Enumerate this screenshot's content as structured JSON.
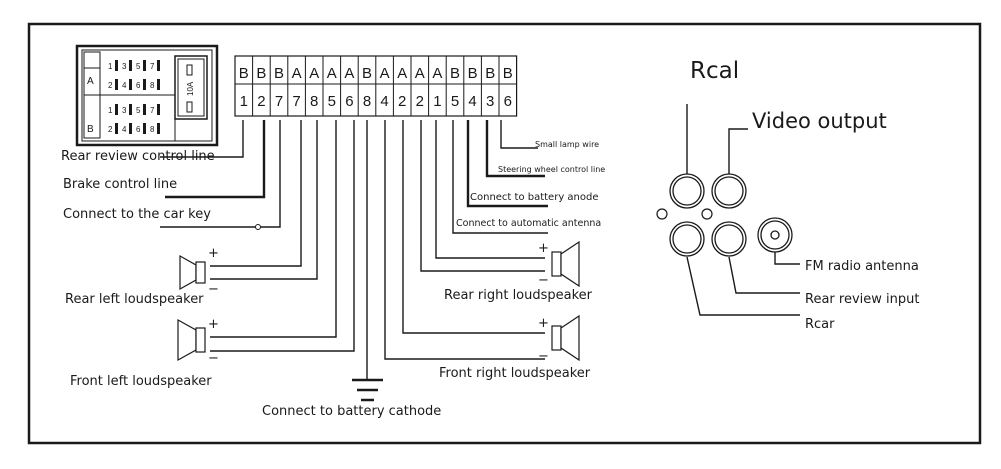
{
  "connector": {
    "iso_block": {
      "row_a_label": "A",
      "row_b_label": "B",
      "pin_rows": [
        [
          "1",
          "3",
          "5",
          "7"
        ],
        [
          "2",
          "4",
          "6",
          "8"
        ],
        [
          "1",
          "3",
          "5",
          "7"
        ],
        [
          "2",
          "4",
          "6",
          "8"
        ]
      ],
      "fuse_label": "10A"
    },
    "pin_groups": [
      "B",
      "B",
      "B",
      "A",
      "A",
      "A",
      "A",
      "B",
      "A",
      "A",
      "A",
      "A",
      "B",
      "B",
      "B",
      "B"
    ],
    "pin_numbers": [
      "1",
      "2",
      "7",
      "7",
      "8",
      "5",
      "6",
      "8",
      "4",
      "2",
      "2",
      "1",
      "5",
      "4",
      "3",
      "6"
    ]
  },
  "left_labels": {
    "rear_review_control": "Rear review control line",
    "brake_control": "Brake control line",
    "car_key": "Connect to the car key",
    "rear_left_speaker": "Rear left loudspeaker",
    "front_left_speaker": "Front left loudspeaker",
    "battery_cathode": "Connect to battery cathode"
  },
  "right_labels": {
    "small_lamp": "Small lamp wire",
    "steering_wheel": "Steering wheel control line",
    "battery_anode": "Connect to battery anode",
    "auto_antenna": "Connect to automatic antenna",
    "rear_right_speaker": "Rear right loudspeaker",
    "front_right_speaker": "Front right loudspeaker"
  },
  "polarity": {
    "plus": "+",
    "minus": "−"
  },
  "rca_panel": {
    "rcal": "Rcal",
    "video_output": "Video output",
    "fm_antenna": "FM radio antenna",
    "rear_review_input": "Rear review input",
    "rcar": "Rcar"
  }
}
